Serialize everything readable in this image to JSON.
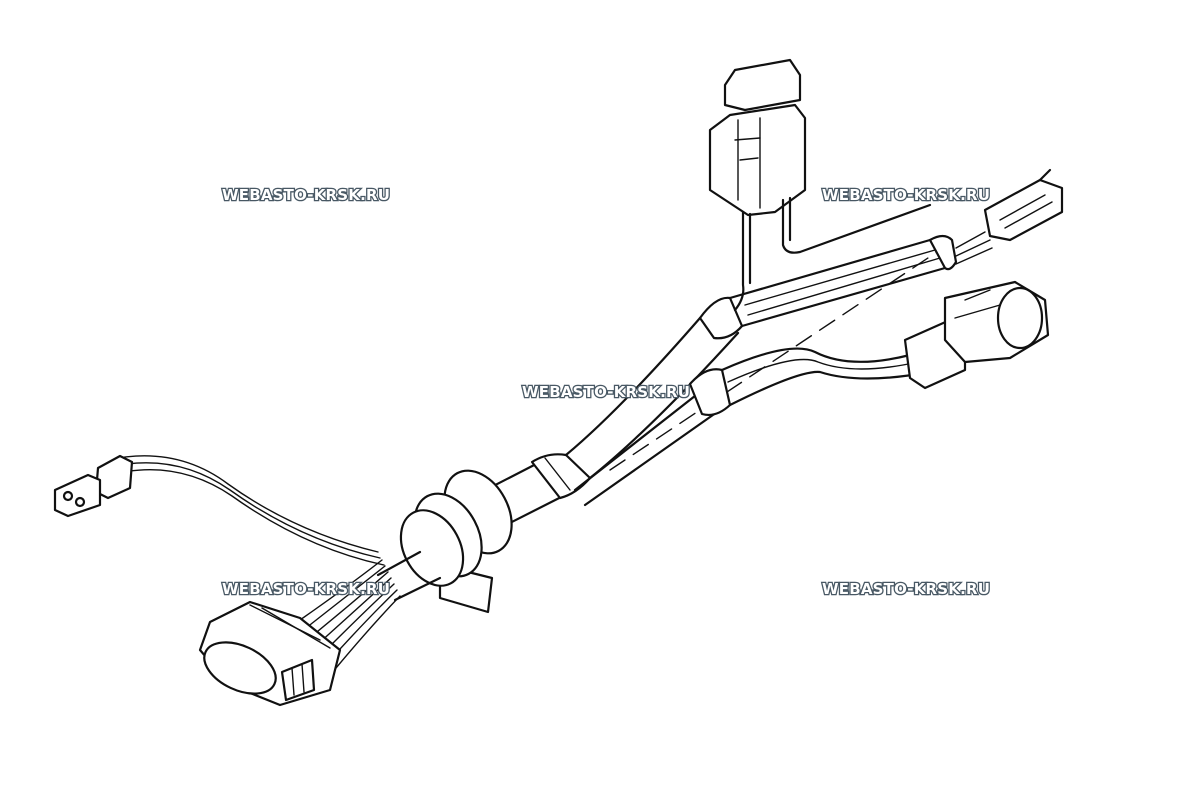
{
  "watermarks": [
    "WEBASTO-KRSK.RU",
    "WEBASTO-KRSK.RU",
    "WEBASTO-KRSK.RU",
    "WEBASTO-KRSK.RU",
    "WEBASTO-KRSK.RU"
  ],
  "colors": {
    "line": "#111111",
    "background": "#ffffff",
    "watermark_outline": "#4a5a66"
  }
}
